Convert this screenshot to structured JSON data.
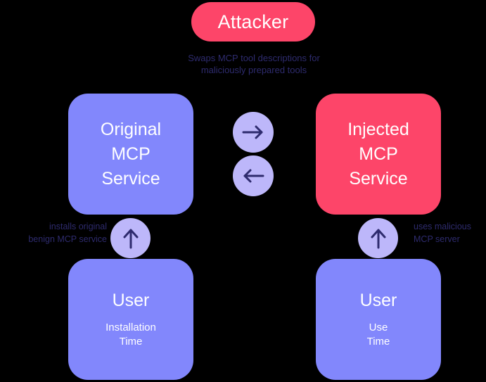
{
  "diagram": {
    "title_node": {
      "label": "Attacker",
      "color": "#FD4569",
      "text_color": "#FFFFFF"
    },
    "attacker_caption": {
      "line1": "Swaps MCP tool descriptions for",
      "line2": "maliciously prepared tools",
      "color": "#2E2B6E"
    },
    "nodes": {
      "original_service": {
        "line1": "Original",
        "line2": "MCP",
        "line3": "Service",
        "color": "#8287FC"
      },
      "injected_service": {
        "line1": "Injected",
        "line2": "MCP",
        "line3": "Service",
        "color": "#FD4569"
      },
      "user_install": {
        "title": "User",
        "sub1": "Installation",
        "sub2": "Time",
        "color": "#8287FC"
      },
      "user_use": {
        "title": "User",
        "sub1": "Use",
        "sub2": "Time",
        "color": "#8287FC"
      }
    },
    "edges": {
      "install_caption": {
        "line1": "installs original",
        "line2": "benign MCP service",
        "color": "#2E2B6E"
      },
      "use_caption": {
        "line1": "uses malicious",
        "line2": "MCP server",
        "color": "#2E2B6E"
      }
    },
    "badges": {
      "arrow_right": "arrow-right-icon",
      "arrow_left": "arrow-left-icon",
      "arrow_up_left": "arrow-up-icon",
      "arrow_up_right": "arrow-up-icon",
      "badge_color": "#BDB7FA",
      "arrow_color": "#2E2B6E"
    },
    "background": "#000000"
  }
}
